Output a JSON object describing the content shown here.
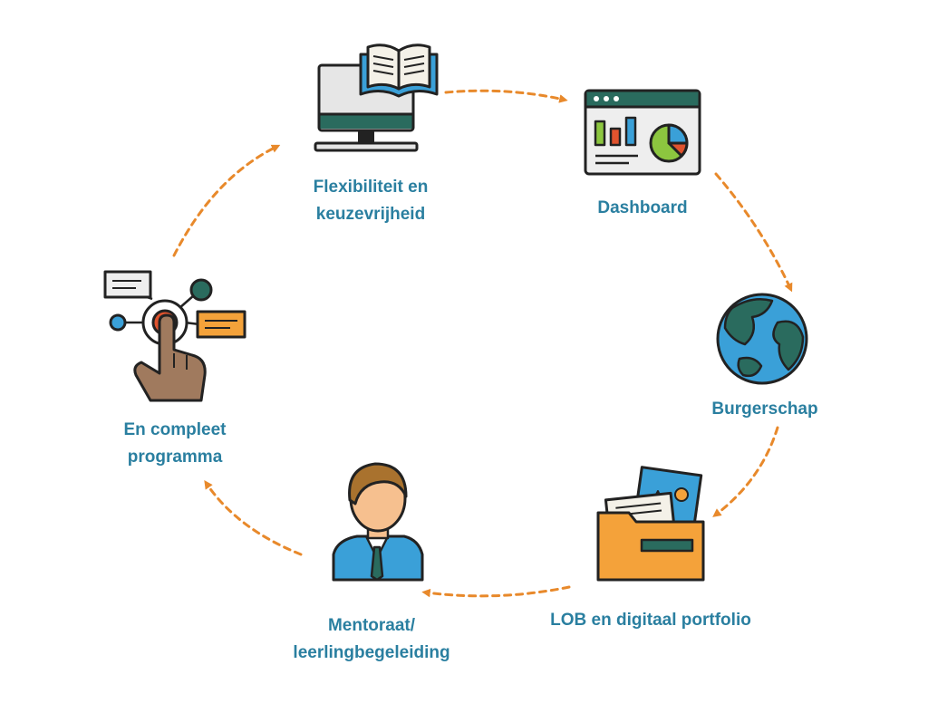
{
  "colors": {
    "label": "#2a7fa0",
    "arrow": "#e8892b",
    "outline": "#222222",
    "teal": "#2a6b5e",
    "blue": "#3aa0d8",
    "orange": "#f4a23a",
    "red": "#e0532e",
    "green": "#8cc63f",
    "skin": "#f6c08f",
    "hand": "#a07a5e",
    "hair": "#a9722e"
  },
  "nodes": {
    "flexibiliteit": {
      "line1": "Flexibiliteit en",
      "line2": "keuzevrijheid",
      "icon": "monitor-book-icon"
    },
    "dashboard": {
      "line1": "Dashboard",
      "icon": "dashboard-window-icon"
    },
    "burgerschap": {
      "line1": "Burgerschap",
      "icon": "globe-icon"
    },
    "lob": {
      "line1": "LOB en digitaal portfolio",
      "icon": "portfolio-folder-icon"
    },
    "mentoraat": {
      "line1": "Mentoraat/",
      "line2": "leerlingbegeleiding",
      "icon": "mentor-person-icon"
    },
    "programma": {
      "line1": "En compleet",
      "line2": "programma",
      "icon": "touch-network-icon"
    }
  }
}
